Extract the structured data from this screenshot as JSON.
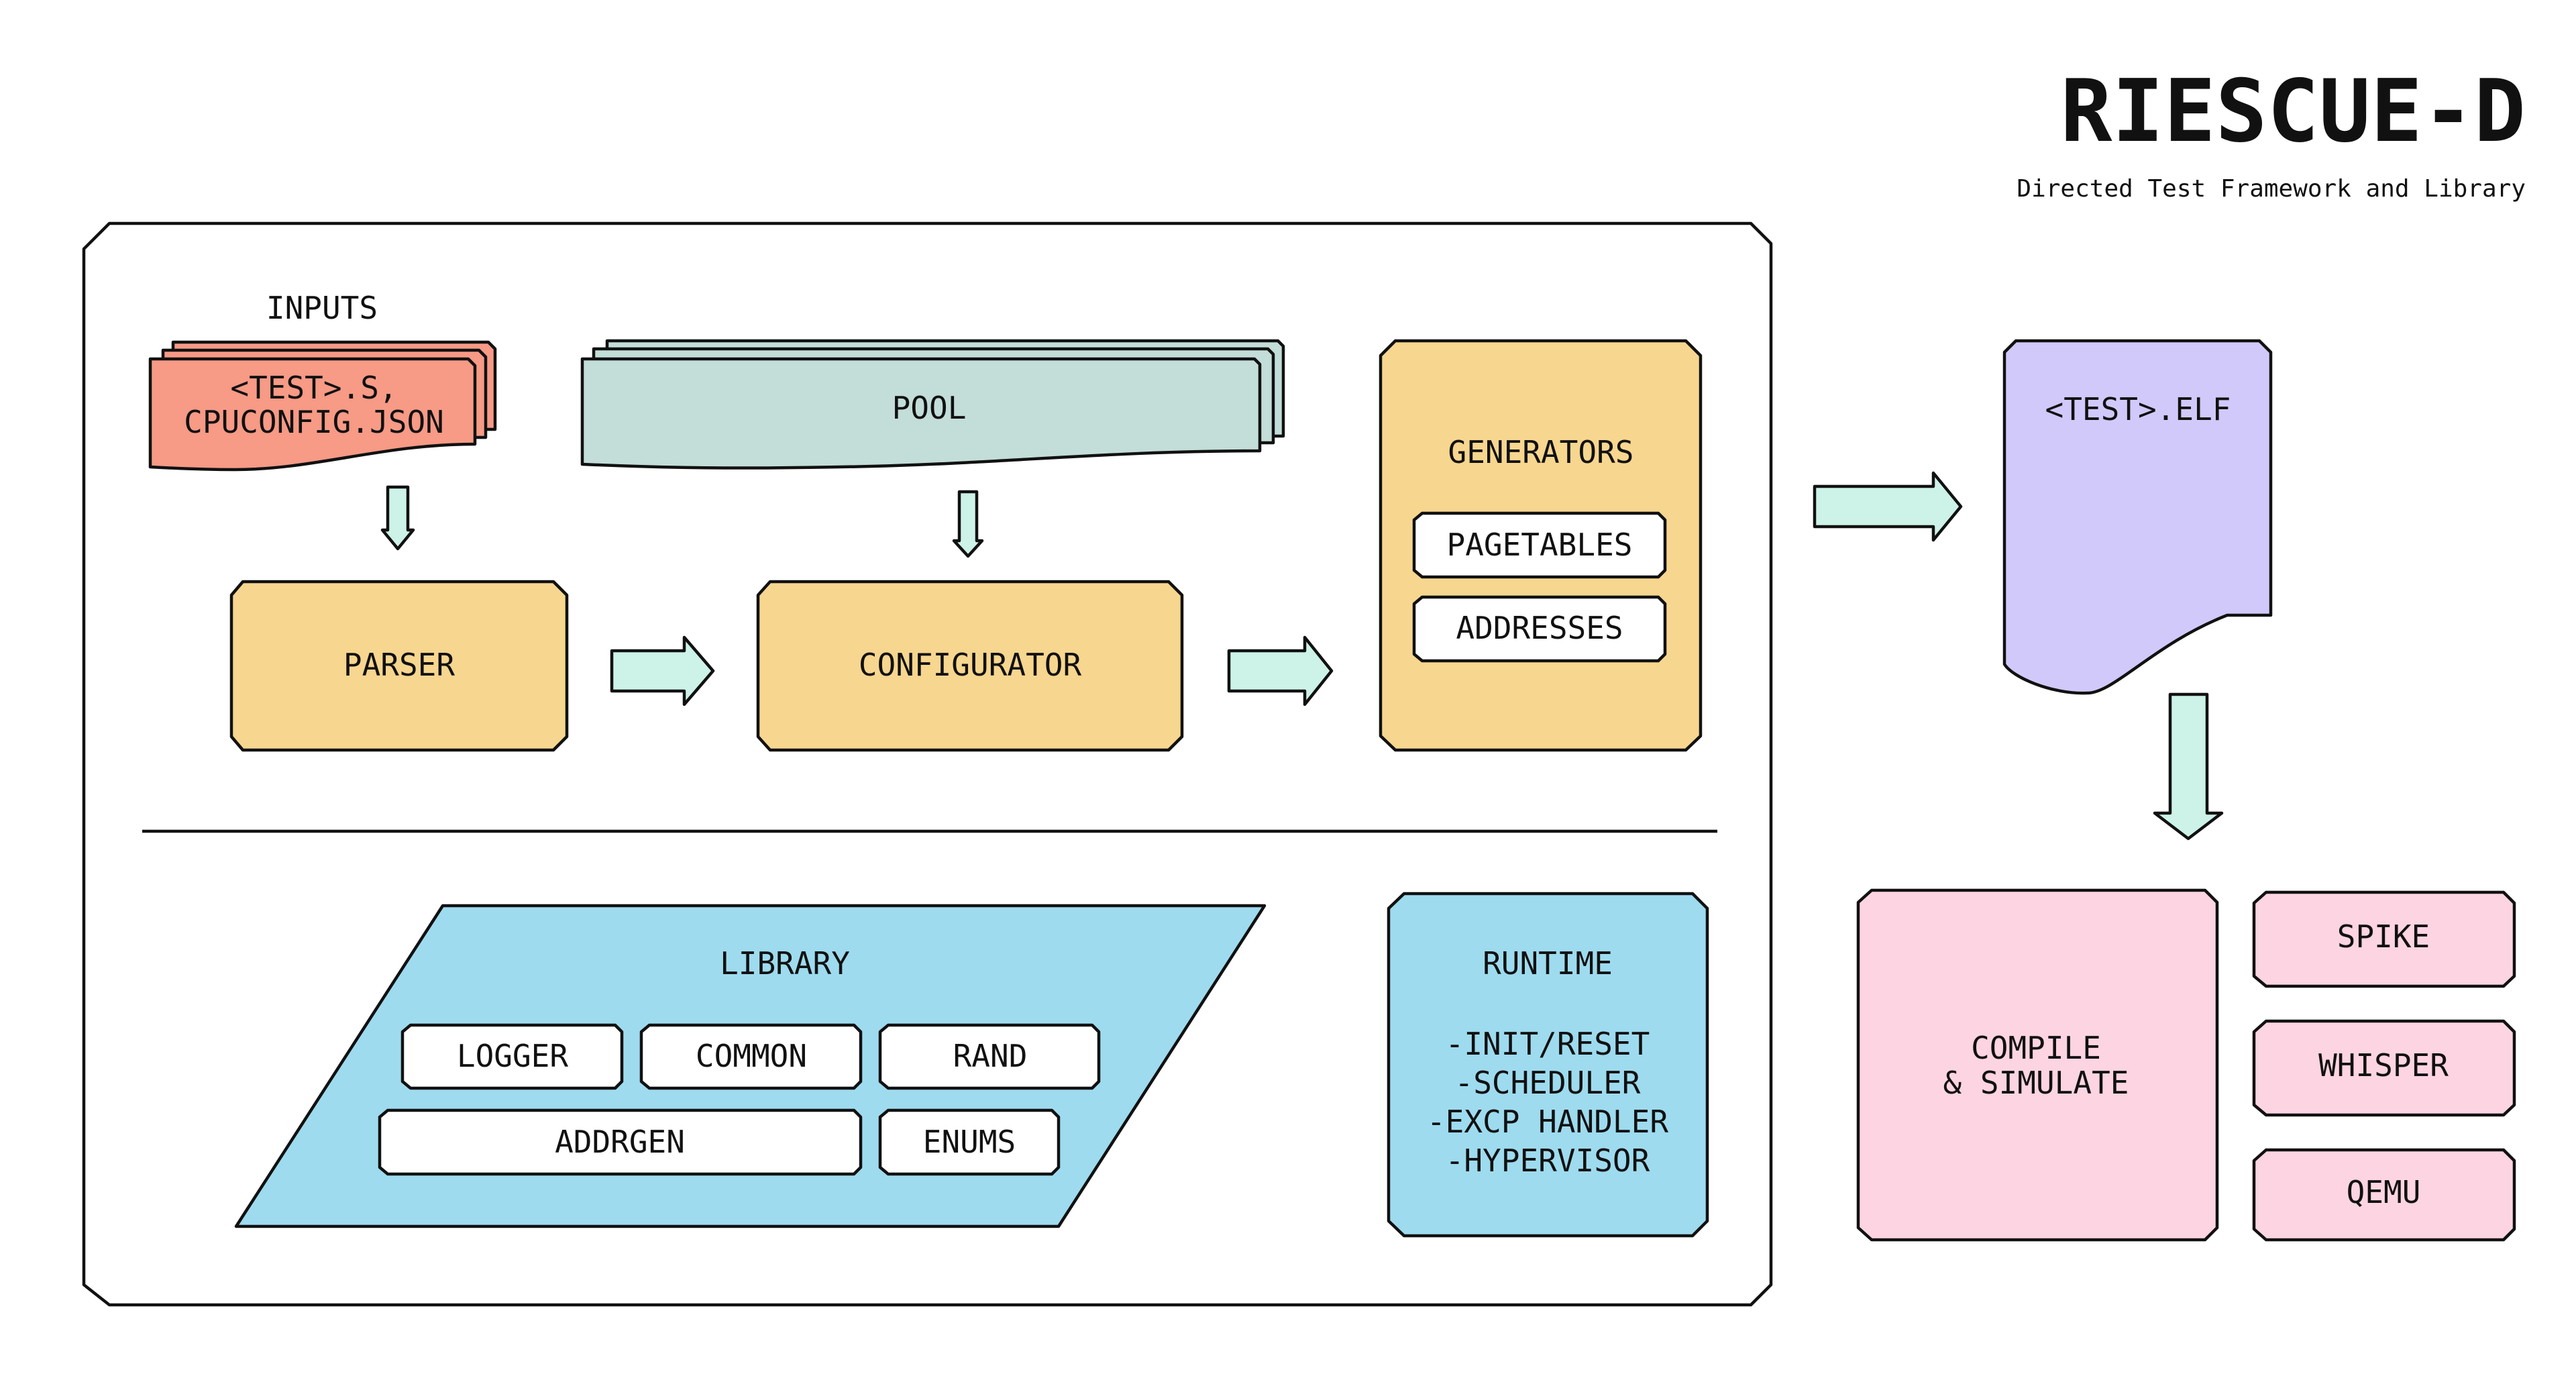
{
  "header": {
    "title": "RIESCUE-D",
    "subtitle": "Directed Test Framework and Library"
  },
  "framework": {
    "inputs_label": "INPUTS",
    "inputs_file_line1": "<TEST>.S,",
    "inputs_file_line2": "CPUCONFIG.JSON",
    "pool": "POOL",
    "parser": "PARSER",
    "configurator": "CONFIGURATOR",
    "generators": {
      "title": "GENERATORS",
      "items": [
        "PAGETABLES",
        "ADDRESSES"
      ]
    },
    "library": {
      "title": "LIBRARY",
      "items": [
        "LOGGER",
        "COMMON",
        "RAND",
        "ADDRGEN",
        "ENUMS"
      ]
    },
    "runtime": {
      "title": "RUNTIME",
      "items": [
        "-INIT/RESET",
        "-SCHEDULER",
        "-EXCP HANDLER",
        "-HYPERVISOR"
      ]
    }
  },
  "output": {
    "elf": "<TEST>.ELF",
    "compile_line1": "COMPILE",
    "compile_line2": "& SIMULATE",
    "simulators": [
      "SPIKE",
      "WHISPER",
      "QEMU"
    ]
  },
  "colors": {
    "inputs": "#f79a86",
    "pool": "#c3ddd8",
    "stage": "#f7d68f",
    "library": "#9edbef",
    "elf": "#d2c9fb",
    "simulate": "#fdd4e2",
    "arrow": "#cdf2e8",
    "outline": "#111111"
  }
}
